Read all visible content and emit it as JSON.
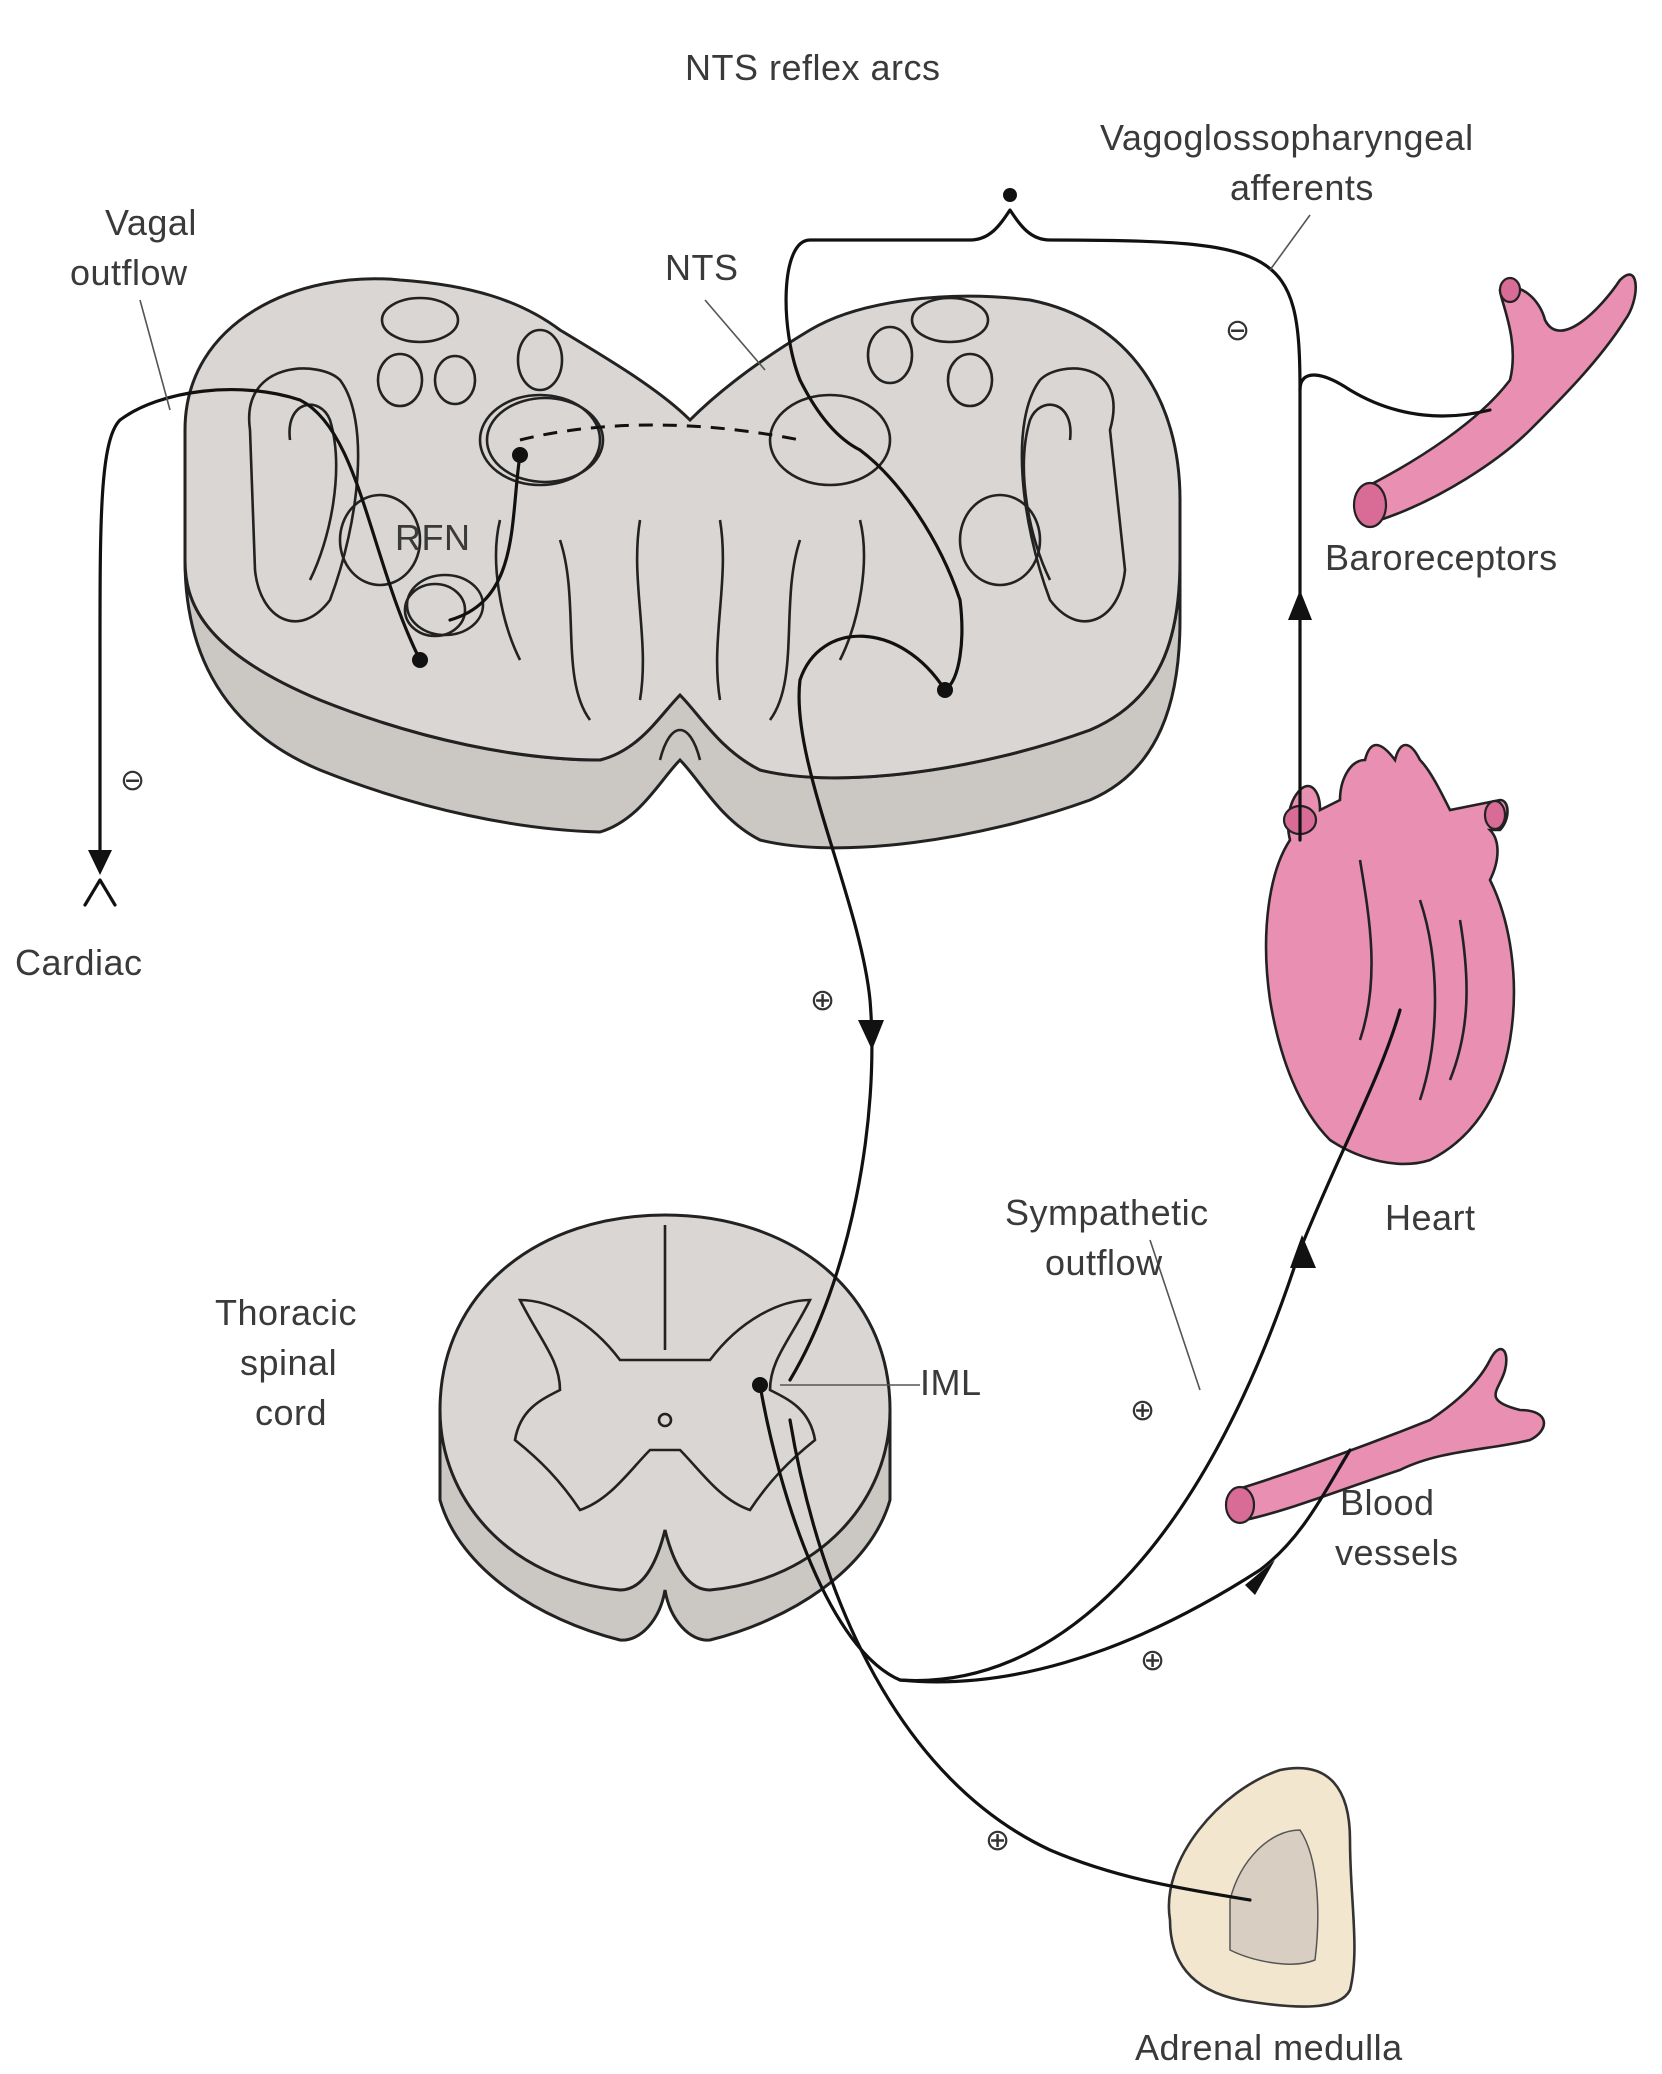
{
  "diagram": {
    "title": "NTS reflex arcs",
    "labels": {
      "vagal_outflow_1": "Vagal",
      "vagal_outflow_2": "outflow",
      "nts": "NTS",
      "vago_1": "Vagoglossopharyngeal",
      "vago_2": "afferents",
      "rfn": "RFN",
      "baroreceptors": "Baroreceptors",
      "cardiac": "Cardiac",
      "heart": "Heart",
      "sympathetic_1": "Sympathetic",
      "sympathetic_2": "outflow",
      "thoracic_1": "Thoracic",
      "thoracic_2": "spinal",
      "thoracic_3": "cord",
      "iml": "IML",
      "blood_1": "Blood",
      "blood_2": "vessels",
      "adrenal": "Adrenal medulla"
    },
    "signs": {
      "inhibitory": "⊖",
      "excitatory": "⊕"
    },
    "colors": {
      "tissue": "#d9d6d3",
      "organ_pink": "#e98fb2",
      "adrenal": "#f3e6cf"
    }
  }
}
